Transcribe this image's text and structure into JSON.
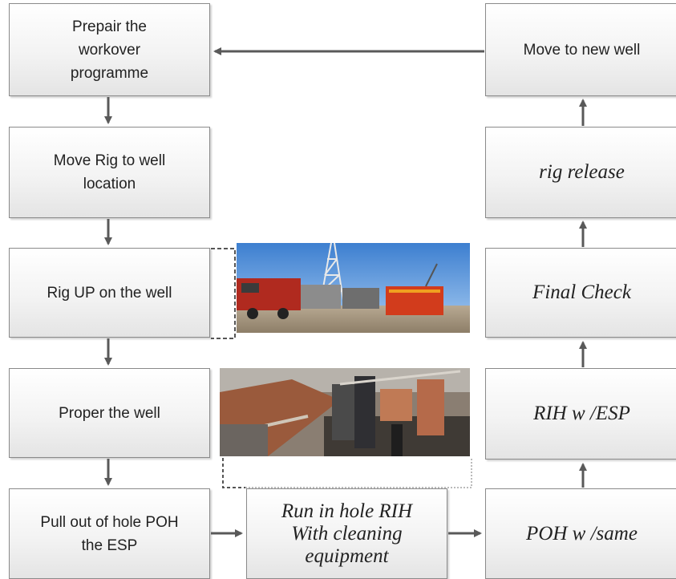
{
  "steps": {
    "prepare_programme": "Prepair the\nworkover\nprogramme",
    "move_rig": "Move Rig to well\nlocation",
    "rig_up": "Rig UP on the well",
    "proper_well": "Proper the well",
    "pull_out": "Pull out of hole POH\nthe ESP",
    "run_in_hole": "Run in hole RIH\nWith cleaning\nequipment",
    "poh_same": "POH w /same",
    "rih_esp": "RIH w /ESP",
    "final_check": "Final Check",
    "rig_release": "rig release",
    "move_new_well": "Move to new well"
  },
  "colors": {
    "arrow": "#595959",
    "box_border": "#8a8a8a",
    "dashed_connector": "#555555"
  },
  "photos": {
    "rig_photo": "photo of workover rig on location",
    "crew_photo": "photo of crew working on the well floor"
  }
}
